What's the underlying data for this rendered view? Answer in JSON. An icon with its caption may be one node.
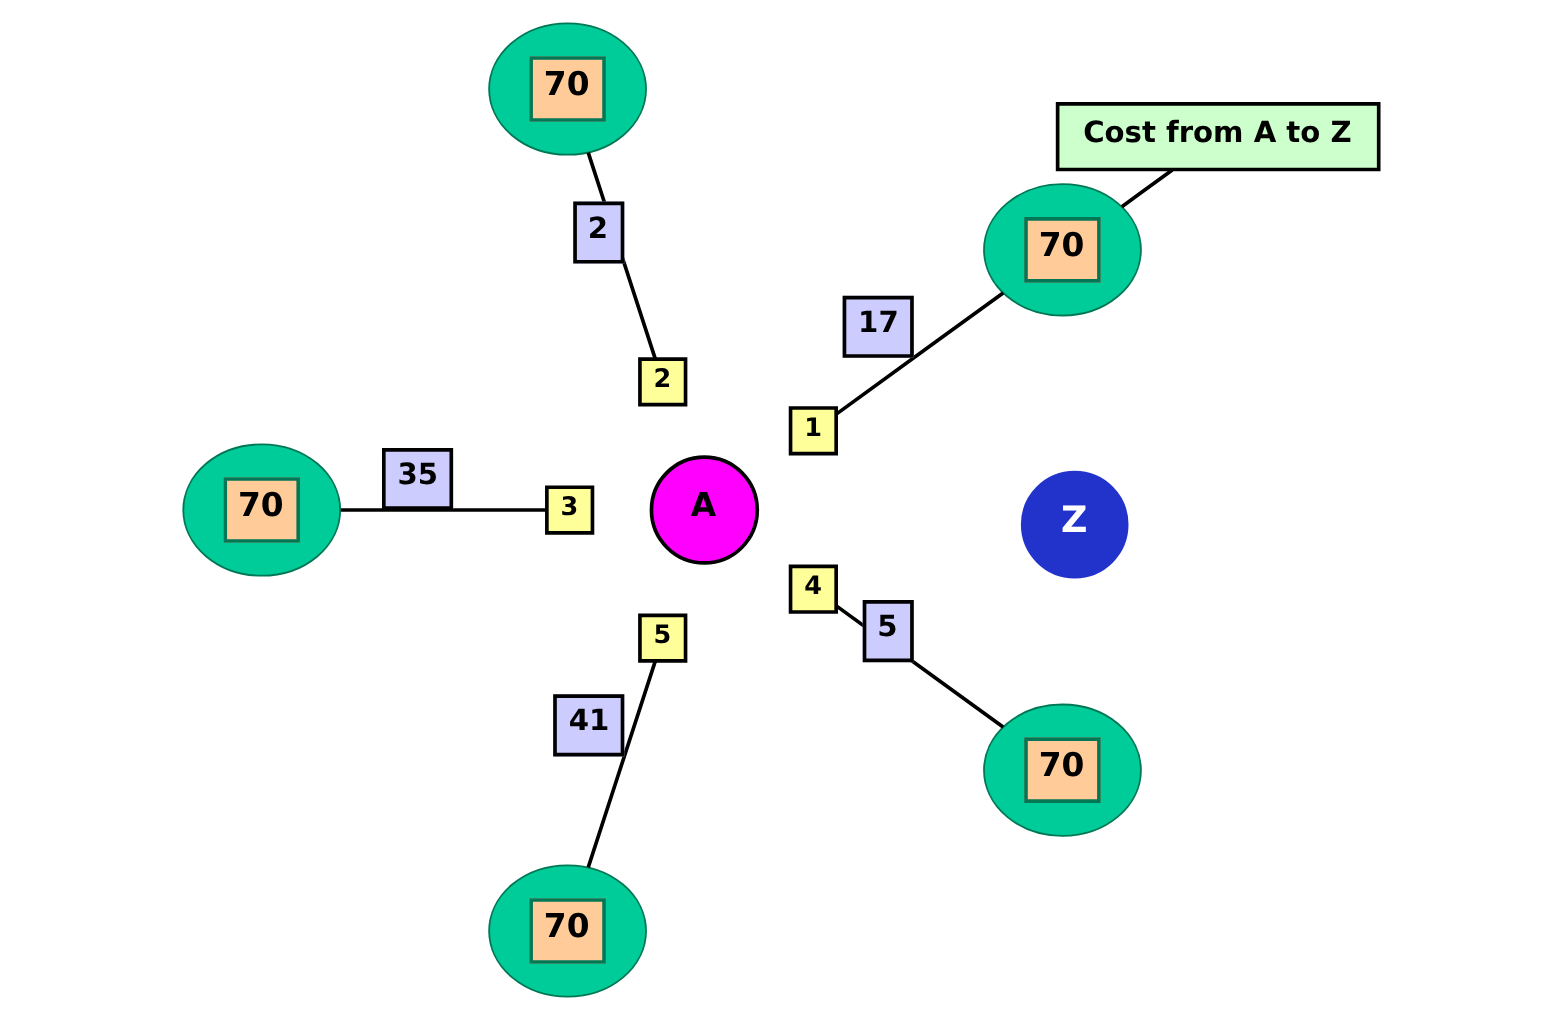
{
  "diagram": {
    "nodes": [
      {
        "text": [
          "70"
        ]
      },
      {
        "text": [
          "70"
        ]
      },
      {
        "text": [
          "Cost from A to Z"
        ]
      },
      {
        "text": [
          "1"
        ]
      },
      {
        "text": [
          "2"
        ]
      },
      {
        "text": [
          "70"
        ]
      },
      {
        "text": [
          "A"
        ]
      },
      {
        "text": [
          "3"
        ]
      },
      {
        "text": [
          "5"
        ]
      },
      {
        "text": [
          "4"
        ]
      },
      {
        "text": [
          "70"
        ]
      },
      {
        "text": [
          "70"
        ]
      },
      {
        "text": [
          "Z"
        ]
      }
    ],
    "edges": [
      {
        "from": 4,
        "to": 0,
        "arrow": "none",
        "label": "2"
      },
      {
        "from": 3,
        "to": 1,
        "arrow": "none",
        "label": "17"
      },
      {
        "from": 7,
        "to": 5,
        "arrow": "none",
        "label": "35"
      },
      {
        "from": 9,
        "to": 11,
        "arrow": "none",
        "label": "5"
      },
      {
        "from": 8,
        "to": 10,
        "arrow": "none",
        "label": "41"
      },
      {
        "from": 2,
        "to": 1,
        "arrow": "none"
      }
    ]
  }
}
